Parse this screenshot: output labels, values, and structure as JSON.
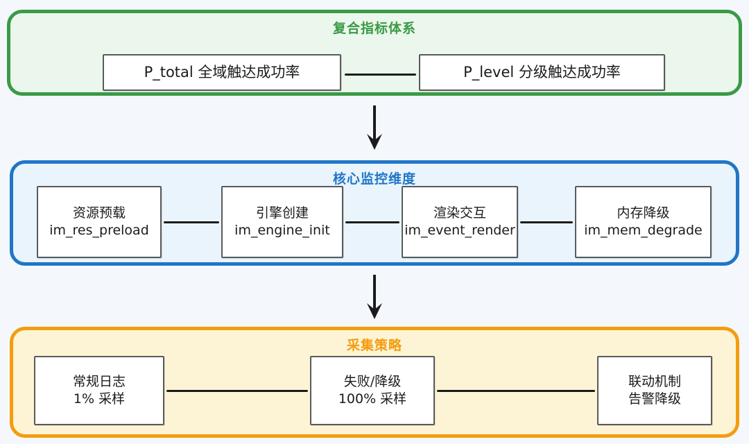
{
  "diagram": {
    "background_color": "#f4f8fd",
    "groups": [
      {
        "id": "metrics",
        "title": "复合指标体系",
        "color": "#3a9a45",
        "fill": "#ebf7ec",
        "nodes": [
          {
            "id": "p-total",
            "line1": "P_total 全域触达成功率",
            "line2": ""
          },
          {
            "id": "p-level",
            "line1": "P_level 分级触达成功率",
            "line2": ""
          }
        ]
      },
      {
        "id": "dimensions",
        "title": "核心监控维度",
        "color": "#2176c7",
        "fill": "#e9f4fd",
        "nodes": [
          {
            "id": "res-preload",
            "line1": "资源预载",
            "line2": "im_res_preload"
          },
          {
            "id": "engine-init",
            "line1": "引擎创建",
            "line2": "im_engine_init"
          },
          {
            "id": "event-render",
            "line1": "渲染交互",
            "line2": "im_event_render"
          },
          {
            "id": "mem-degrade",
            "line1": "内存降级",
            "line2": "im_mem_degrade"
          }
        ]
      },
      {
        "id": "strategy",
        "title": "采集策略",
        "color": "#f49c10",
        "fill": "#fdf4d6",
        "nodes": [
          {
            "id": "normal-log",
            "line1": "常规日志",
            "line2": "1% 采样"
          },
          {
            "id": "fail-degrade",
            "line1": "失败/降级",
            "line2": "100% 采样"
          },
          {
            "id": "linkage",
            "line1": "联动机制",
            "line2": "告警降级"
          }
        ]
      }
    ],
    "connectors": [
      {
        "id": "ptotal-plevel",
        "from": "p-total",
        "to": "p-level",
        "type": "line"
      },
      {
        "id": "res-engine",
        "from": "res-preload",
        "to": "engine-init",
        "type": "line"
      },
      {
        "id": "engine-event",
        "from": "engine-init",
        "to": "event-render",
        "type": "line"
      },
      {
        "id": "event-mem",
        "from": "event-render",
        "to": "mem-degrade",
        "type": "line"
      },
      {
        "id": "log-fail",
        "from": "normal-log",
        "to": "fail-degrade",
        "type": "line"
      },
      {
        "id": "fail-linkage",
        "from": "fail-degrade",
        "to": "linkage",
        "type": "line"
      },
      {
        "id": "metrics-dimensions",
        "from": "metrics",
        "to": "dimensions",
        "type": "arrow-down"
      },
      {
        "id": "dimensions-strategy",
        "from": "dimensions",
        "to": "strategy",
        "type": "arrow-down"
      }
    ]
  }
}
